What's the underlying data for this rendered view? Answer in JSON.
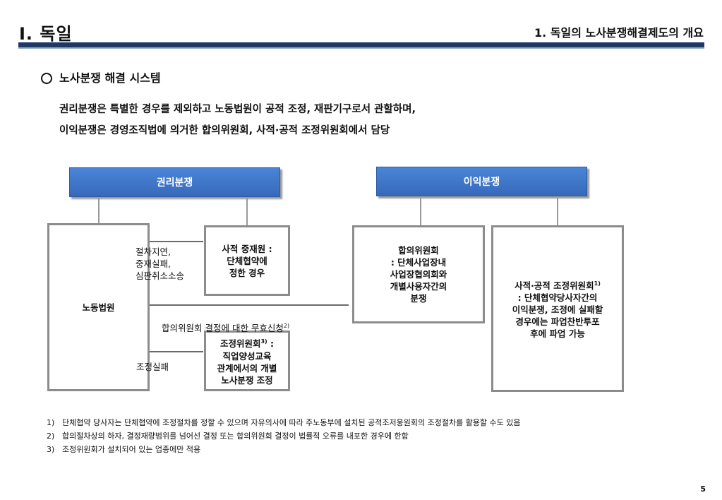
{
  "header": {
    "section_title": "Ⅰ. 독일",
    "subtitle": "1. 독일의 노사분쟁해결제도의 개요"
  },
  "heading": "노사분쟁 해결 시스템",
  "intro": [
    "권리분쟁은 특별한 경우를 제외하고 노동법원이 공적 조정, 재판기구로서 관할하며,",
    "이익분쟁은 경영조직법에 의거한 합의위원회, 사적·공적 조정위원회에서 담당"
  ],
  "diagram": {
    "rights_dispute": "권리분쟁",
    "interest_dispute": "이익분쟁",
    "labor_court": "노동법원",
    "private_arbitration": "사적 중재원 :\n단체협약에\n정한 경우",
    "arbitration_notes": "절차지연,\n중재실패,\n심판취소소송",
    "mediation_committee_title": "조정위원회",
    "mediation_committee_sup": "3)",
    "mediation_committee_rest": " :\n직업양성교육\n관계에서의 개별\n노사분쟁 조정",
    "mediation_fail": "조정실패",
    "works_council_arrow_label": "합의위원회 결정에 대한 무효신청",
    "works_council_arrow_sup": "2)",
    "works_council": "합의위원회\n: 단체사업장내\n사업장협의회와\n개별사용자간의\n분쟁",
    "conciliation_title": "사적·공적 조정위원회",
    "conciliation_sup": "1)",
    "conciliation_rest": "\n: 단체협약당사자간의\n이익분쟁, 조정에 실패할\n경우에는 파업찬반투포\n후에 파업 가능"
  },
  "footnotes": [
    {
      "num": "1)",
      "text": "단체협약 당사자는 단체협약에 조정절차를 정할 수 있으며 자유의사에 따라 주노동부에 설치된 공적조저웅원회의 조정절차를 활용할 수도 있음"
    },
    {
      "num": "2)",
      "text": "합의절차상의 하자, 결정재량범위를 넘어선 결정 또는 합의위원회 결정이 법률적 오류를 내포한 경우에 한함"
    },
    {
      "num": "3)",
      "text": "조정위원회가 설치되어 있는 업종에만 적용"
    }
  ],
  "page_number": "5",
  "colors": {
    "accent": "#1f3864",
    "header_box": "#3f77c9",
    "box_border": "#8c8c8c"
  }
}
